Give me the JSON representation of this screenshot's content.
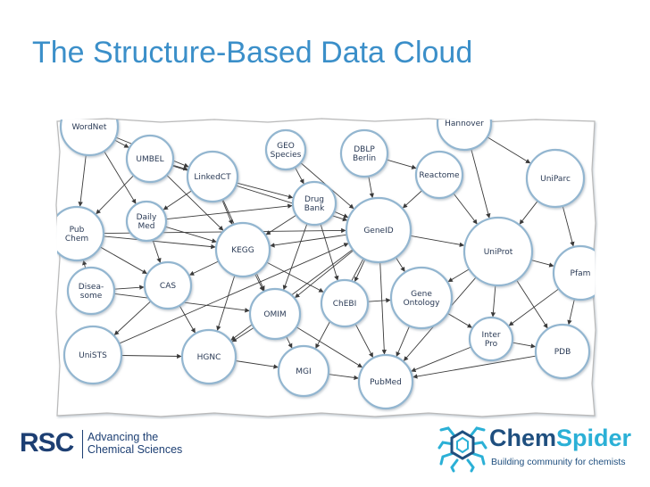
{
  "slide": {
    "title": "The Structure-Based Data Cloud"
  },
  "diagram": {
    "nodes": [
      {
        "id": "wordnet",
        "lines": [
          "WordNet"
        ]
      },
      {
        "id": "umbel",
        "lines": [
          "UMBEL"
        ]
      },
      {
        "id": "linkedct",
        "lines": [
          "LinkedCT"
        ]
      },
      {
        "id": "geo",
        "lines": [
          "GEO",
          "Species"
        ]
      },
      {
        "id": "dblp",
        "lines": [
          "DBLP",
          "Berlin"
        ]
      },
      {
        "id": "hannover",
        "lines": [
          "Hannover"
        ]
      },
      {
        "id": "reactome",
        "lines": [
          "Reactome"
        ]
      },
      {
        "id": "uniparc",
        "lines": [
          "UniParc"
        ]
      },
      {
        "id": "pubchem",
        "lines": [
          "Pub",
          "Chem"
        ]
      },
      {
        "id": "dailymed",
        "lines": [
          "Daily",
          "Med"
        ]
      },
      {
        "id": "drugbank",
        "lines": [
          "Drug",
          "Bank"
        ]
      },
      {
        "id": "geneid",
        "lines": [
          "GeneID"
        ]
      },
      {
        "id": "kegg",
        "lines": [
          "KEGG"
        ]
      },
      {
        "id": "uniprot",
        "lines": [
          "UniProt"
        ]
      },
      {
        "id": "pfam",
        "lines": [
          "Pfam"
        ]
      },
      {
        "id": "diseasome",
        "lines": [
          "Disea-",
          "some"
        ]
      },
      {
        "id": "cas",
        "lines": [
          "CAS"
        ]
      },
      {
        "id": "omim",
        "lines": [
          "OMIM"
        ]
      },
      {
        "id": "chebi",
        "lines": [
          "ChEBI"
        ]
      },
      {
        "id": "geneontology",
        "lines": [
          "Gene",
          "Ontology"
        ]
      },
      {
        "id": "interpro",
        "lines": [
          "Inter",
          "Pro"
        ]
      },
      {
        "id": "unists",
        "lines": [
          "UniSTS"
        ]
      },
      {
        "id": "hgnc",
        "lines": [
          "HGNC"
        ]
      },
      {
        "id": "mgi",
        "lines": [
          "MGI"
        ]
      },
      {
        "id": "pubmed",
        "lines": [
          "PubMed"
        ]
      },
      {
        "id": "pdb",
        "lines": [
          "PDB"
        ]
      }
    ],
    "edges": [
      [
        "wordnet",
        "umbel"
      ],
      [
        "wordnet",
        "linkedct"
      ],
      [
        "wordnet",
        "dailymed"
      ],
      [
        "umbel",
        "linkedct"
      ],
      [
        "umbel",
        "pubchem"
      ],
      [
        "umbel",
        "kegg"
      ],
      [
        "linkedct",
        "drugbank"
      ],
      [
        "linkedct",
        "dailymed"
      ],
      [
        "linkedct",
        "kegg"
      ],
      [
        "geo",
        "drugbank"
      ],
      [
        "geo",
        "geneid"
      ],
      [
        "dblp",
        "geneid"
      ],
      [
        "dblp",
        "reactome"
      ],
      [
        "hannover",
        "uniparc"
      ],
      [
        "hannover",
        "uniprot"
      ],
      [
        "reactome",
        "geneid"
      ],
      [
        "reactome",
        "uniprot"
      ],
      [
        "uniparc",
        "uniprot"
      ],
      [
        "uniparc",
        "pfam"
      ],
      [
        "pubchem",
        "kegg"
      ],
      [
        "pubchem",
        "cas"
      ],
      [
        "pubchem",
        "geneid"
      ],
      [
        "dailymed",
        "kegg"
      ],
      [
        "dailymed",
        "drugbank"
      ],
      [
        "drugbank",
        "geneid"
      ],
      [
        "drugbank",
        "kegg"
      ],
      [
        "drugbank",
        "chebi"
      ],
      [
        "drugbank",
        "omim"
      ],
      [
        "geneid",
        "uniprot"
      ],
      [
        "geneid",
        "kegg"
      ],
      [
        "geneid",
        "chebi"
      ],
      [
        "geneid",
        "geneontology"
      ],
      [
        "geneid",
        "omim"
      ],
      [
        "geneid",
        "pubmed"
      ],
      [
        "geneid",
        "hgnc"
      ],
      [
        "geneid",
        "mgi"
      ],
      [
        "kegg",
        "cas"
      ],
      [
        "kegg",
        "omim"
      ],
      [
        "kegg",
        "hgnc"
      ],
      [
        "kegg",
        "chebi"
      ],
      [
        "uniprot",
        "pfam"
      ],
      [
        "uniprot",
        "interpro"
      ],
      [
        "uniprot",
        "geneontology"
      ],
      [
        "uniprot",
        "pdb"
      ],
      [
        "uniprot",
        "pubmed"
      ],
      [
        "pfam",
        "interpro"
      ],
      [
        "pfam",
        "pdb"
      ],
      [
        "diseasome",
        "omim"
      ],
      [
        "diseasome",
        "cas"
      ],
      [
        "diseasome",
        "pubchem"
      ],
      [
        "cas",
        "hgnc"
      ],
      [
        "cas",
        "unists"
      ],
      [
        "omim",
        "hgnc"
      ],
      [
        "omim",
        "mgi"
      ],
      [
        "omim",
        "pubmed"
      ],
      [
        "chebi",
        "pubmed"
      ],
      [
        "chebi",
        "geneontology"
      ],
      [
        "geneontology",
        "interpro"
      ],
      [
        "geneontology",
        "pubmed"
      ],
      [
        "interpro",
        "pdb"
      ],
      [
        "interpro",
        "pubmed"
      ],
      [
        "unists",
        "hgnc"
      ],
      [
        "unists",
        "geneid"
      ],
      [
        "hgnc",
        "mgi"
      ],
      [
        "mgi",
        "pubmed"
      ],
      [
        "pdb",
        "pubmed"
      ],
      [
        "umbel",
        "geneid"
      ],
      [
        "wordnet",
        "pubchem"
      ],
      [
        "linkedct",
        "omim"
      ],
      [
        "dailymed",
        "cas"
      ]
    ]
  },
  "footer": {
    "rsc_mark": "RSC",
    "rsc_tagline_line1": "Advancing the",
    "rsc_tagline_line2": "Chemical Sciences",
    "chemspider_part1": "Chem",
    "chemspider_part2": "Spider",
    "chemspider_tagline": "Building community for chemists",
    "colors": {
      "title": "#3b8fc9",
      "rsc": "#1d3f73",
      "chemspider_dark": "#1f4f7f",
      "chemspider_light": "#2bb0d6",
      "node_stroke": "#93b6d0",
      "edge": "#3a3a3a"
    }
  }
}
